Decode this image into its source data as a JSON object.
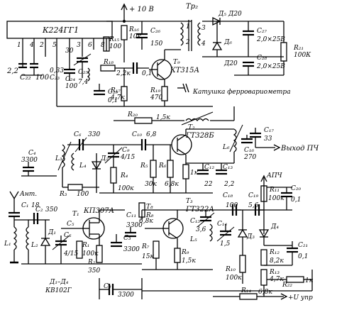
{
  "ic": {
    "name": "К224ГГ1",
    "pins_top": [
      "1",
      "4",
      "2",
      "5",
      "3",
      "6",
      "8"
    ]
  },
  "supply": "+ 10 В",
  "transformer": "Тр₂",
  "out_if": "Выход ПЧ",
  "agc": "АПЧ",
  "antenna": "Ант.",
  "varindicator": "Катушка ферровариометра",
  "diode_note": "Д₁–Д₄\nКВ102Г",
  "input_u": "+U упр",
  "labels": {
    "R16": "R₁₆",
    "R16v": "10к",
    "R15": "R₁₅",
    "R15v": "100",
    "C26": "C₂₆",
    "C26v": "150",
    "T9": "T₉",
    "T9v": "КТ315А",
    "D5": "Д₅",
    "D5v": "Д20",
    "D6": "Д₆",
    "D6v": "Д20",
    "C27": "C₂₇",
    "C27v": "2,0×25В",
    "C28": "C₂₈",
    "C28v": "2,0×25В",
    "R21": "R₂₁",
    "R21v": "100К",
    "C22": "C₂₂",
    "C22v": "100",
    "C22a": "2,2",
    "C23": "C₂₃",
    "C23v": "0,33",
    "C24": "C₂₄",
    "C24v": "100",
    "C25": "C₂₅",
    "C25v": "30",
    "R18": "R₁₈",
    "R18v": "2,2к",
    "C_01": "0,1",
    "R17": "R₁₇",
    "R17v": "4,7к",
    "R19": "R₁₉",
    "R19v": "470",
    "C29": "C₂₉",
    "C29v": "0,1",
    "R20": "R₂₀",
    "R20v": "1,5к",
    "C74": "7,4",
    "T2": "T₂",
    "T2v": "ГТ328Б",
    "C6": "C₆",
    "C6v": "330",
    "C10": "C₁₀",
    "C10v": "6,8",
    "C17": "C₁₇",
    "C17v": "33",
    "L6": "L₆",
    "C16": "C₁₆",
    "C16v": "270",
    "C4": "C₄",
    "C4v": "3300",
    "L3": "L₃",
    "L4": "L₄",
    "D2": "Д₂",
    "C9": "C₉",
    "C9v": "4/15",
    "R4": "R₄",
    "R4v": "100к",
    "R5": "R₅",
    "R5v": "30к",
    "R6": "R₆",
    "R6v": "6,8к",
    "R3": "R₃",
    "R3v": "100",
    "R8v": "1к",
    "C12": "C₁₂",
    "C12v": "22",
    "C13": "C₁₃",
    "C13v": "2,2",
    "T3": "T₃",
    "T3v": "ГТ322А",
    "C11": "C₁₁",
    "C11v": "3300",
    "R7": "R₇",
    "R7v": "15к",
    "R9": "R₉",
    "R9v": "1,5к",
    "C15": "C₁₅",
    "C15v": "3,6",
    "L5": "L₅",
    "C14": "C₁₄",
    "C14v": "1,5",
    "C18": "C₁₈",
    "C18v": "100",
    "D3": "Д₃",
    "R10": "R₁₀",
    "R10v": "100к",
    "C19": "C₁₉",
    "C19v": "5,6",
    "R11": "R₁₁",
    "R11v": "100к",
    "C20": "C₂₀",
    "C20v": "0,1",
    "D4": "Д₄",
    "R12": "R₁₂",
    "R12v": "8,2к",
    "C21": "C₂₁",
    "C21v": "0,1",
    "R13": "R₁₃",
    "R13v": "4,7к",
    "R14": "R₁₄",
    "R14v": "6,8к",
    "R22": "R₂₂",
    "R22v": "1к",
    "C1": "C₁",
    "C1v": "18",
    "C2": "C₂",
    "C2v": "350",
    "L1": "L₁",
    "L2": "L₂",
    "D1": "Д₁",
    "C5": "C₅",
    "C5v": "4/15",
    "T1": "T₁",
    "T1v": "КП307А",
    "R1": "R₁",
    "R1v": "100к",
    "R2": "R₂",
    "R2v": "350",
    "C3": "C₃",
    "C3v": "3300",
    "C8": "C₈",
    "C8v": "3300",
    "T8": "T₈",
    "R8": "R₈",
    "C7": "C₇"
  }
}
